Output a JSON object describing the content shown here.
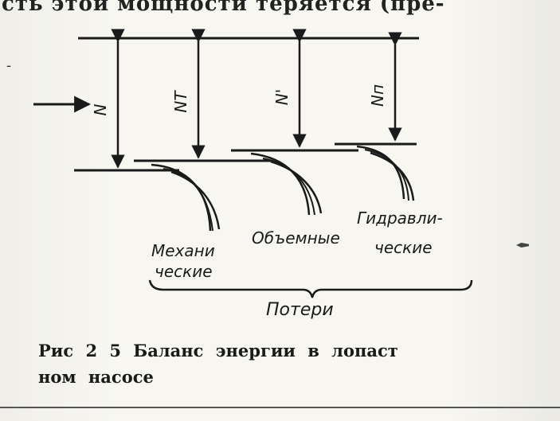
{
  "top_text": "сть этой мощности теряется (пре-",
  "left_mark": "-",
  "labels": {
    "N": "N",
    "NT": "NT",
    "Nprime": "N'",
    "Nh": "Nп",
    "mech_line1": "Механи",
    "mech_line2": "ческие",
    "vol": "Объемные",
    "hyd_line1": "Гидравли-",
    "hyd_line2": "ческие",
    "losses": "Потери"
  },
  "caption": {
    "line1": "Рис  2 5  Баланс  энергии  в  лопаст",
    "line2": "ном насосе"
  },
  "colors": {
    "ink": "#1a1a1a",
    "paper": "#f7f6f1"
  }
}
